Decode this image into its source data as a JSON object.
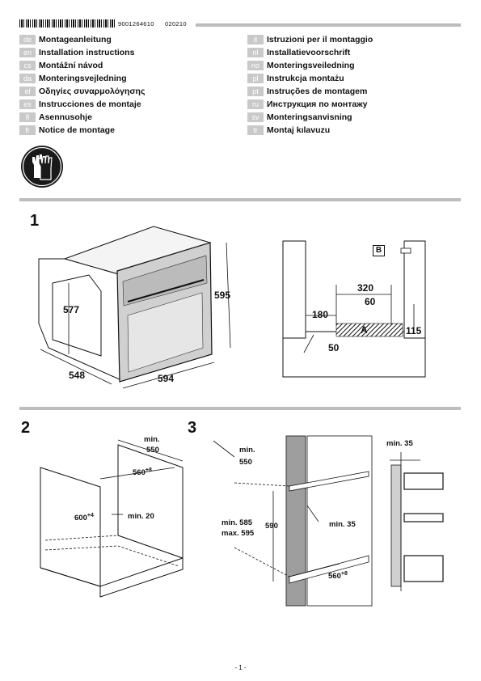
{
  "header": {
    "part_number": "9001264610",
    "date_code": "020210"
  },
  "languages_left": [
    {
      "code": "de",
      "title": "Montageanleitung"
    },
    {
      "code": "en",
      "title": "Installation instructions"
    },
    {
      "code": "cs",
      "title": "Montážní návod"
    },
    {
      "code": "da",
      "title": "Monteringsvejledning"
    },
    {
      "code": "el",
      "title": "Οδηγίες συναρμολόγησης"
    },
    {
      "code": "es",
      "title": "Instrucciones de montaje"
    },
    {
      "code": "fi",
      "title": "Asennusohje"
    },
    {
      "code": "fr",
      "title": "Notice de montage"
    }
  ],
  "languages_right": [
    {
      "code": "it",
      "title": "Istruzioni per il montaggio"
    },
    {
      "code": "nl",
      "title": "Installatievoorschrift"
    },
    {
      "code": "no",
      "title": "Monteringsveiledning"
    },
    {
      "code": "pl",
      "title": "Instrukcja montażu"
    },
    {
      "code": "pt",
      "title": "Instruções de montagem"
    },
    {
      "code": "ru",
      "title": "Инструкция по монтажу"
    },
    {
      "code": "sv",
      "title": "Monteringsanvisning"
    },
    {
      "code": "tr",
      "title": "Montaj kılavuzu"
    }
  ],
  "safety_icon": "gloves-icon",
  "step1": {
    "number": "1",
    "appliance": {
      "height": "595",
      "depth": "548",
      "width": "594",
      "inner_depth": "577"
    },
    "niche": {
      "label_b": "B",
      "label_a": "A",
      "d320": "320",
      "d60": "60",
      "d180": "180",
      "d115": "115",
      "d50": "50"
    }
  },
  "step2": {
    "number": "2",
    "min_label": "min.",
    "depth": "550",
    "width": "560",
    "width_tol": "+8",
    "height": "600",
    "height_tol": "+4",
    "gap": "min. 20"
  },
  "step3": {
    "number": "3",
    "min_label": "min.",
    "depth": "550",
    "min_height": "min. 585",
    "max_height": "max. 595",
    "height": "590",
    "gap": "min. 35",
    "width": "560",
    "width_tol": "+8",
    "side_gap": "min. 35"
  },
  "footer": {
    "page": "- 1 -"
  },
  "colors": {
    "rule": "#bdbdbd",
    "tag": "#c9c9c9",
    "wall": "#9e9e9e",
    "ink": "#111111"
  }
}
